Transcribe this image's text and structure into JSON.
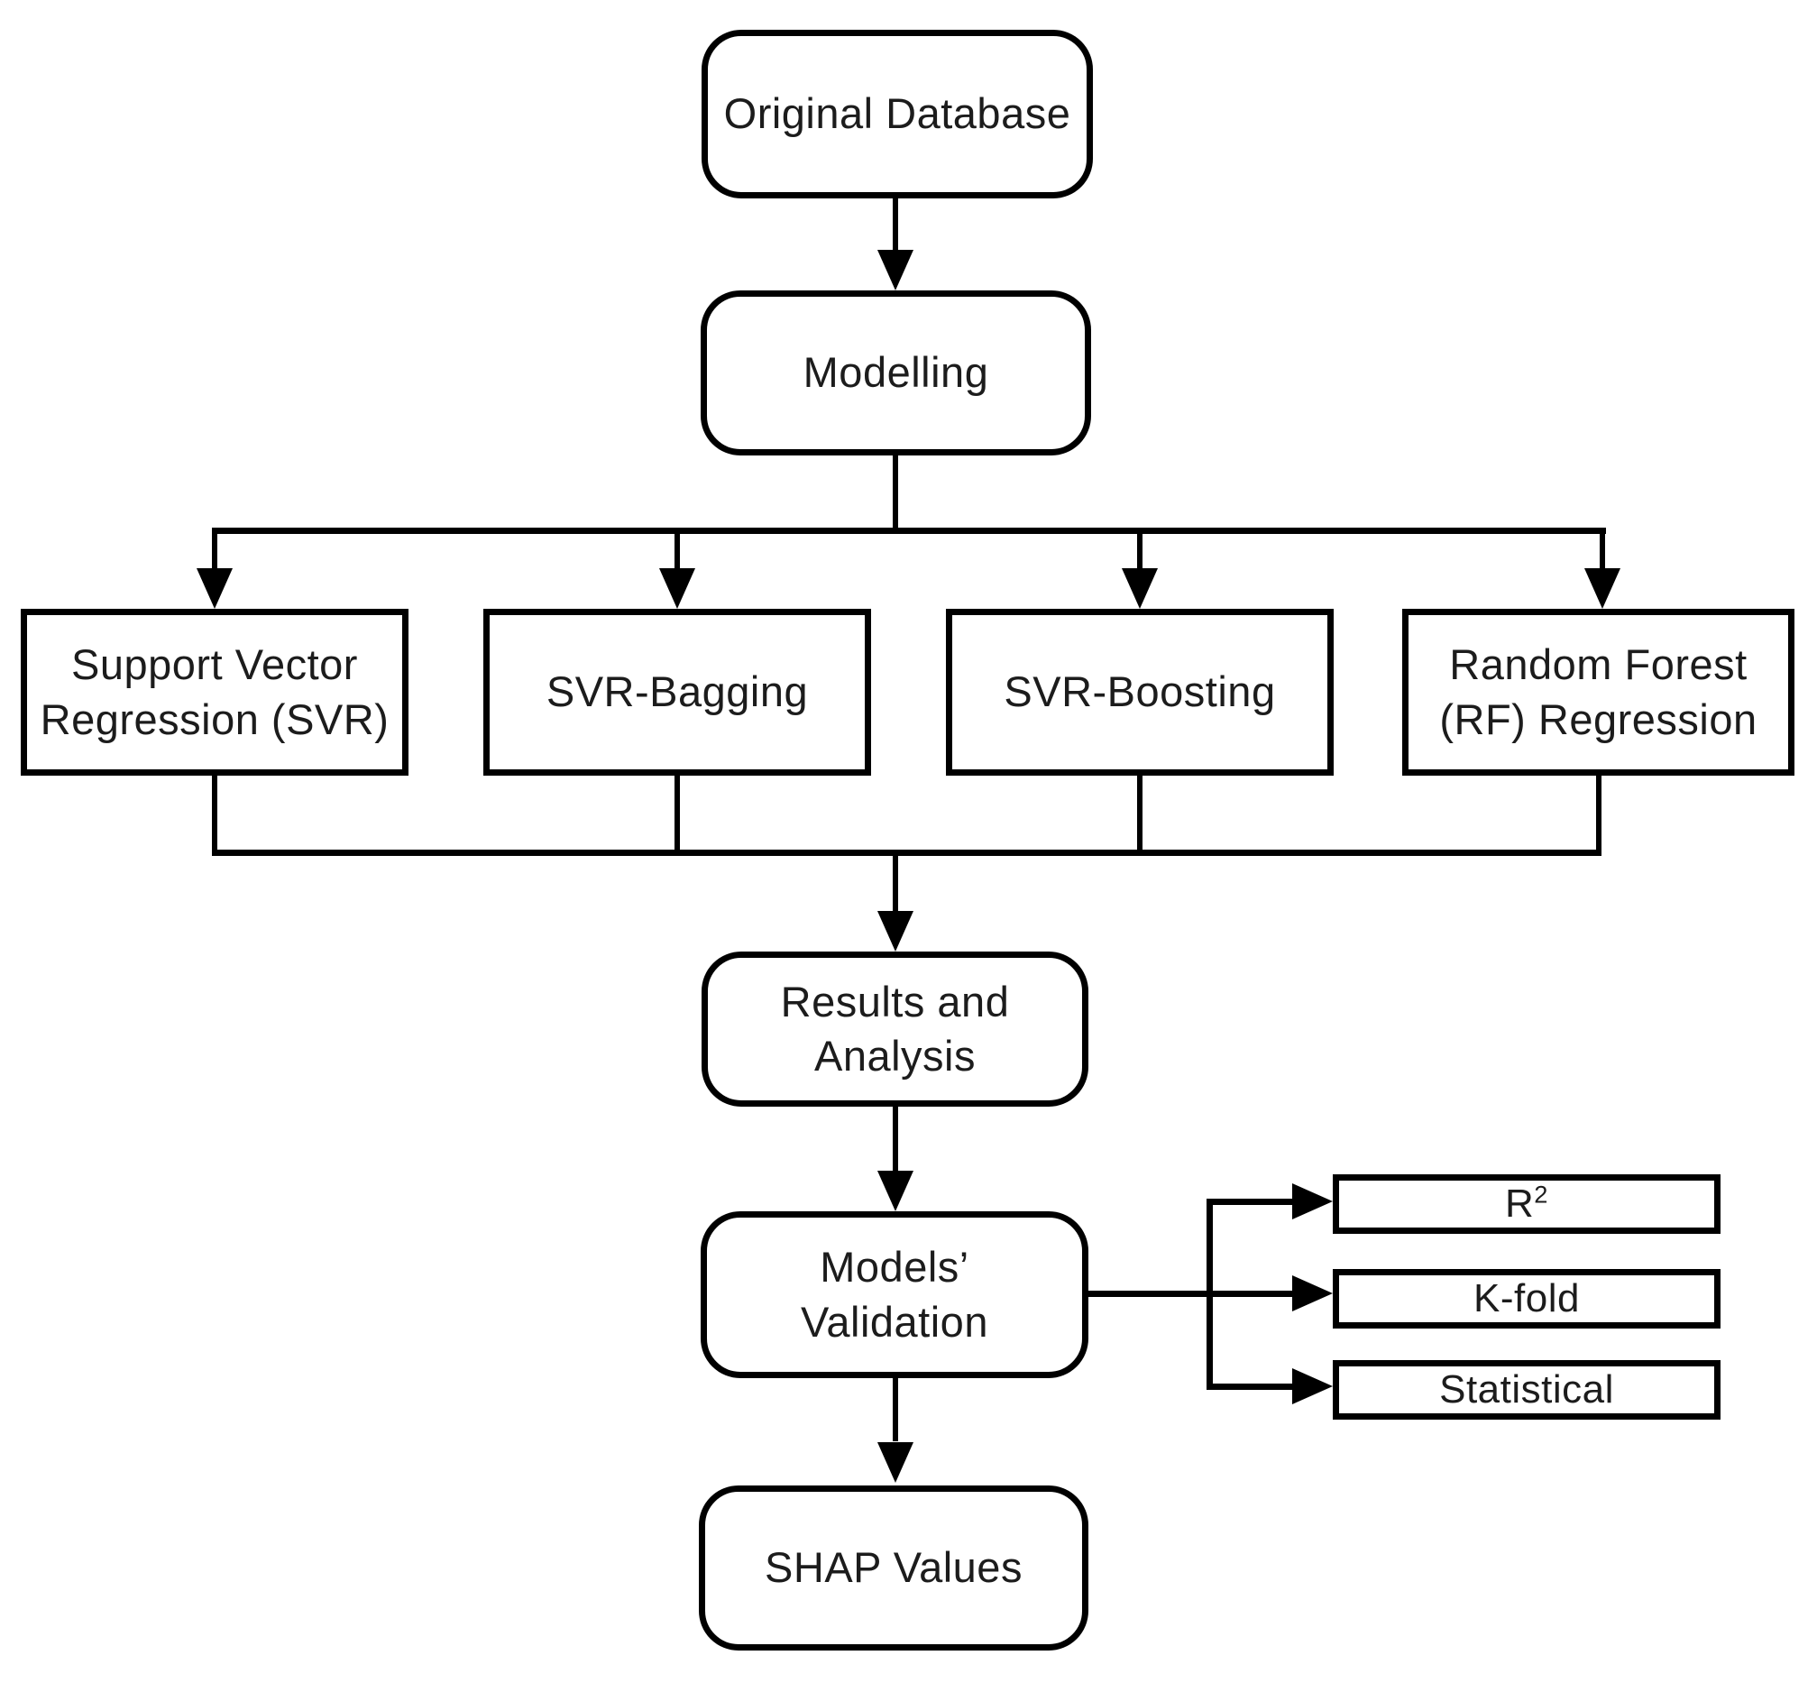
{
  "figure": {
    "colors": {
      "background": "#ffffff",
      "line": "#000000",
      "text": "#1c1c1c",
      "box_fill": "#ffffff"
    },
    "nodes": {
      "original_database": {
        "label": "Original Database"
      },
      "modelling": {
        "label": "Modelling"
      },
      "svr": {
        "line1": "Support Vector",
        "line2": "Regression (SVR)"
      },
      "svr_bagging": {
        "label": "SVR-Bagging"
      },
      "svr_boosting": {
        "label": "SVR-Boosting"
      },
      "rf_regression": {
        "line1": "Random Forest",
        "line2": "(RF) Regression"
      },
      "results_analysis": {
        "line1": "Results and",
        "line2": "Analysis"
      },
      "models_validation": {
        "line1": "Models’",
        "line2": "Validation"
      },
      "r_squared": {
        "base": "R",
        "superscript": "2"
      },
      "k_fold": {
        "label": "K-fold"
      },
      "statistical": {
        "label": "Statistical"
      },
      "shap_values": {
        "label": "SHAP Values"
      }
    }
  }
}
